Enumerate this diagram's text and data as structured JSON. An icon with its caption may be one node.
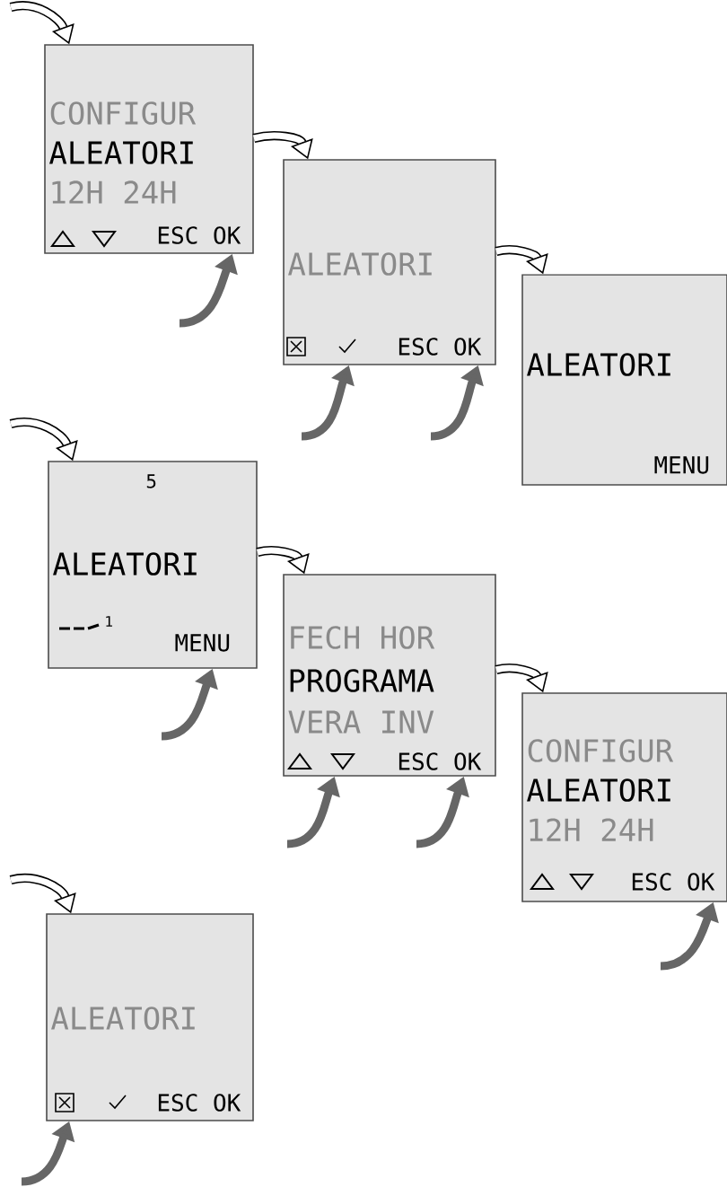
{
  "diagram": {
    "nodes": [
      {
        "text": [
          "CONFIGUR",
          "ALEATORI",
          "12H 24H",
          "ESC OK"
        ]
      },
      {
        "text": [
          "ALEATORI",
          "ESC OK"
        ]
      },
      {
        "text": [
          "ALEATORI",
          "MENU"
        ]
      },
      {
        "text": [
          "5",
          "ALEATORI",
          "1",
          "MENU"
        ]
      },
      {
        "text": [
          "FECH HOR",
          "PROGRAMA",
          "VERA INV",
          "ESC OK"
        ]
      },
      {
        "text": [
          "CONFIGUR",
          "ALEATORI",
          "12H 24H",
          "ESC OK"
        ]
      },
      {
        "text": [
          "ALEATORI",
          "ESC OK"
        ]
      }
    ],
    "edges": [
      {
        "from": null,
        "to": 0,
        "arrow": "to",
        "color": "#000000"
      },
      {
        "from": 0,
        "to": 1,
        "arrow": "to",
        "color": "#000000"
      },
      {
        "from": 1,
        "to": 2,
        "arrow": "to",
        "color": "#000000"
      },
      {
        "from": null,
        "to": 3,
        "arrow": "to",
        "color": "#000000"
      },
      {
        "from": 3,
        "to": 4,
        "arrow": "to",
        "color": "#000000"
      },
      {
        "from": 4,
        "to": 5,
        "arrow": "to",
        "color": "#000000"
      },
      {
        "from": null,
        "to": 6,
        "arrow": "to",
        "color": "#000000"
      },
      {
        "from": null,
        "to": 0,
        "arrow": "to"
      },
      {
        "from": null,
        "to": 1,
        "arrow": "to"
      },
      {
        "from": null,
        "to": 1,
        "arrow": "to"
      },
      {
        "from": null,
        "to": 3,
        "arrow": "to"
      },
      {
        "from": null,
        "to": 4,
        "arrow": "to"
      },
      {
        "from": null,
        "to": 4,
        "arrow": "to"
      },
      {
        "from": null,
        "to": 5,
        "arrow": "to"
      },
      {
        "from": null,
        "to": 6,
        "arrow": "to"
      }
    ]
  }
}
